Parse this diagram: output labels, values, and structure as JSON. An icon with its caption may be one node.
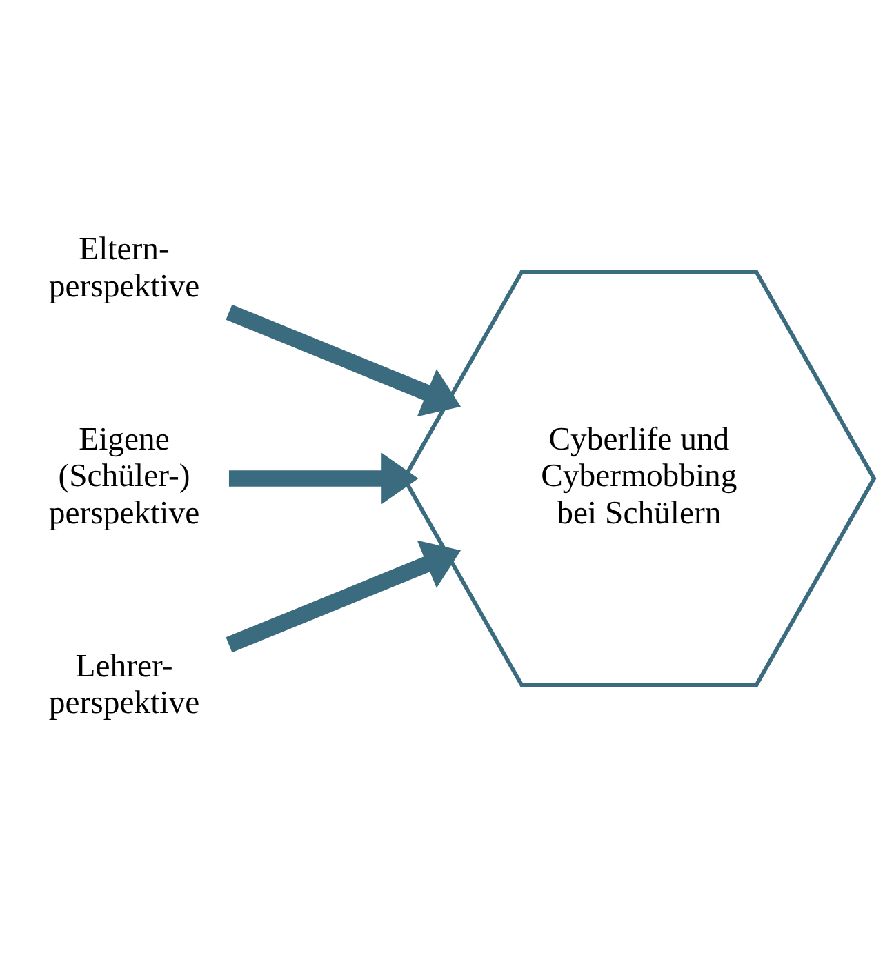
{
  "diagram": {
    "nodes": [
      {
        "text": [
          "Eltern- perspektive"
        ]
      },
      {
        "text": [
          "Eigene (Schüler-) perspektive"
        ]
      },
      {
        "text": [
          "Cyberlife und Cybermobbing bei Schülern"
        ]
      },
      {
        "text": [
          "Lehrer- perspektive"
        ]
      }
    ],
    "edges": [
      {
        "from": 0,
        "to": 2,
        "arrow": "to"
      },
      {
        "from": 1,
        "to": 2,
        "arrow": "to"
      },
      {
        "from": 3,
        "to": 2,
        "arrow": "to"
      }
    ]
  }
}
